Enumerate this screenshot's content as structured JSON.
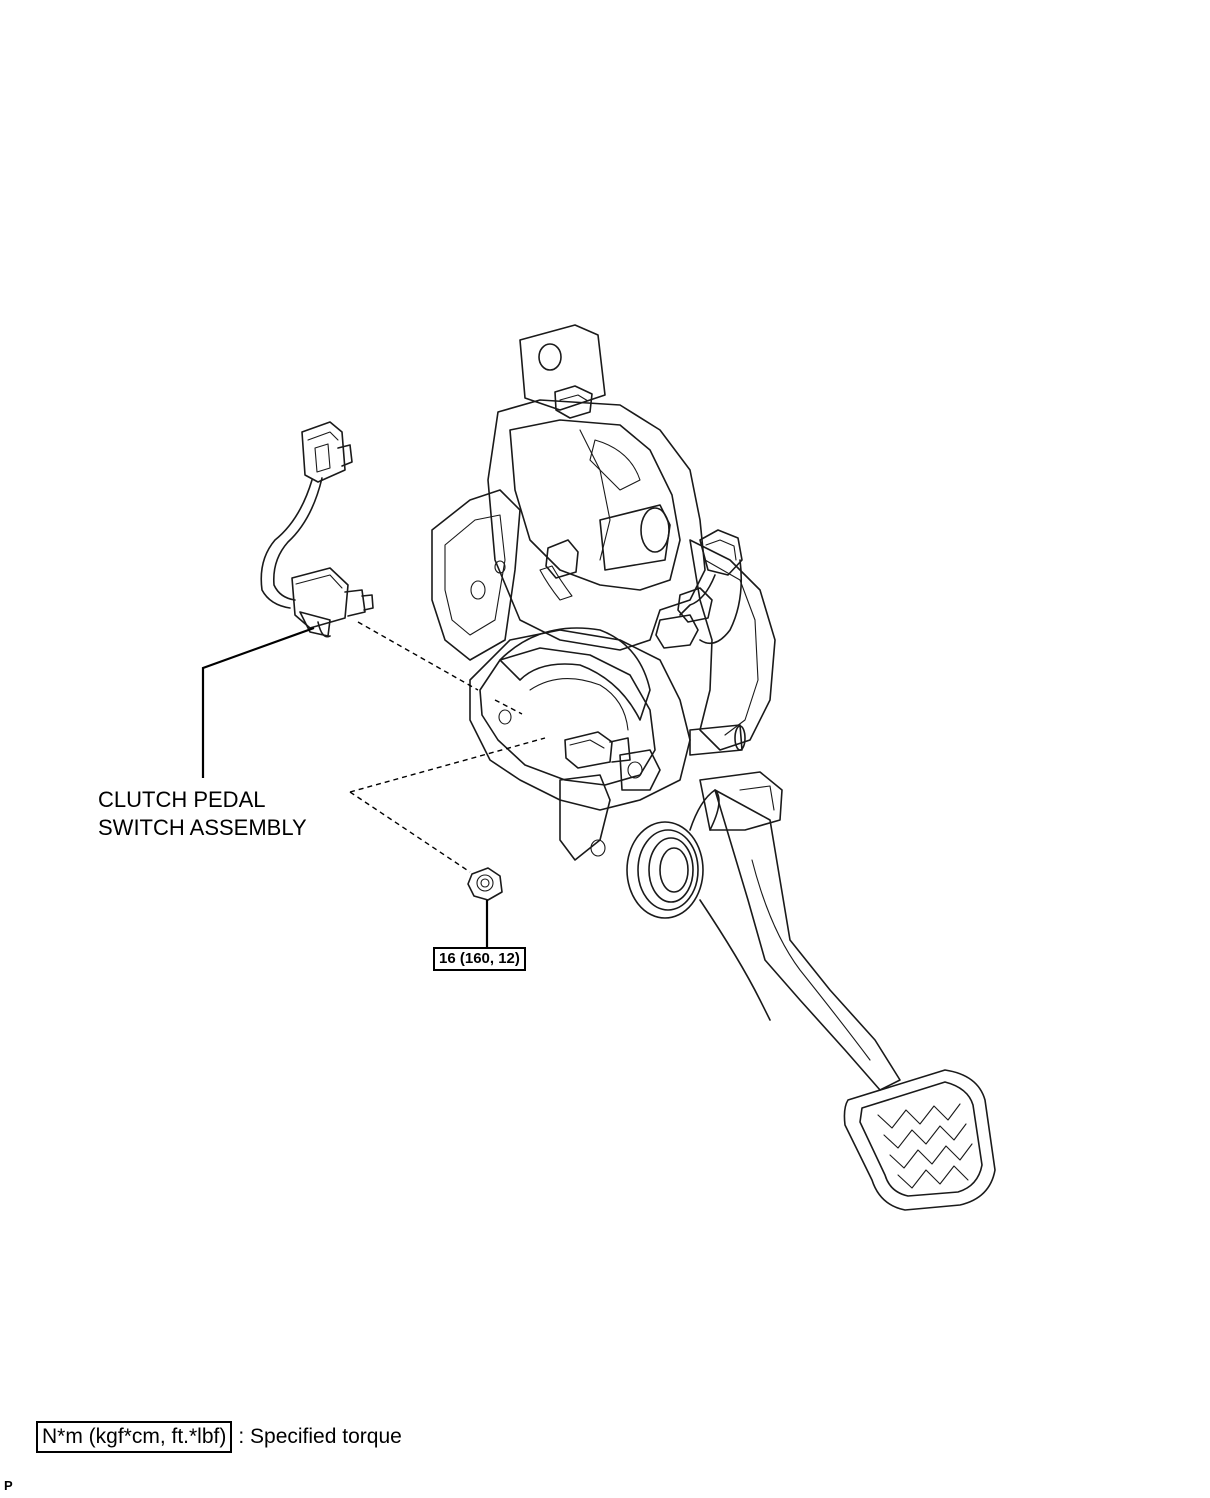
{
  "callouts": {
    "part_label_line1": "CLUTCH PEDAL",
    "part_label_line2": "SWITCH ASSEMBLY",
    "torque_value": "16 (160, 12)"
  },
  "legend": {
    "unit_box": "N*m (kgf*cm, ft.*lbf)",
    "description": ": Specified torque"
  },
  "footer": {
    "page_mark": "P"
  },
  "icons": {
    "switch": "clutch-pedal-switch-icon",
    "nut": "hex-nut-icon",
    "bracket": "pedal-bracket-icon",
    "pedal": "clutch-pedal-icon"
  }
}
